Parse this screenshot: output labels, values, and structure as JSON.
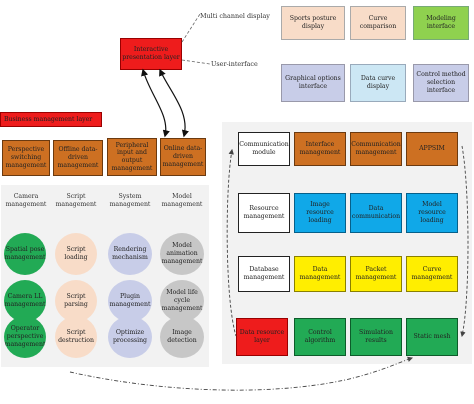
{
  "colors": {
    "peach": "#f8dcc8",
    "lightgreen": "#8fd14f",
    "lavender": "#c8cde8",
    "paleblue": "#cce7f4",
    "red": "#ee1c1c",
    "orange": "#cd7022",
    "green": "#22aa55",
    "gray": "#c7c7c7",
    "blue": "#10a8e8",
    "yellow": "#ffee00",
    "panel": "#f2f2f2"
  },
  "top": {
    "display_label": "Multi channel display",
    "ui_label": "User-interface",
    "display_boxes": [
      "Sports posture display",
      "Curve comparison",
      "Modeling interface"
    ],
    "ui_boxes": [
      "Graphical options interface",
      "Data curve display",
      "Control method selection interface"
    ],
    "interactive_layer": "Interactive presentation layer"
  },
  "business": {
    "title": "Business management layer",
    "boxes": [
      "Perspective switching management",
      "Offline data-driven management",
      "Peripheral input and output management",
      "Online data-driven management"
    ]
  },
  "left_panel": {
    "columns": [
      "Camera management",
      "Script management",
      "System management",
      "Model management"
    ],
    "circles": [
      [
        "Spatial pose management",
        "Script loading",
        "Rendering mechanism",
        "Model animation management"
      ],
      [
        "Camera LL management",
        "Script parsing",
        "Plugin management",
        "Model life cycle management"
      ],
      [
        "Operator perspective management",
        "Script destruction",
        "Optimize processing",
        "Image detection"
      ]
    ]
  },
  "right_panel": {
    "rows": [
      {
        "label": "Communication module",
        "items": [
          "Interface management",
          "Communication management",
          "APPSIM"
        ]
      },
      {
        "label": "Resource management",
        "items": [
          "Image resource loading",
          "Data communication",
          "Model resource loading"
        ]
      },
      {
        "label": "Database management",
        "items": [
          "Data management",
          "Packet management",
          "Curve management"
        ]
      },
      {
        "label": "Data resource layer",
        "items": [
          "Control algorithm",
          "Simulation results",
          "Static mesh"
        ]
      }
    ]
  }
}
